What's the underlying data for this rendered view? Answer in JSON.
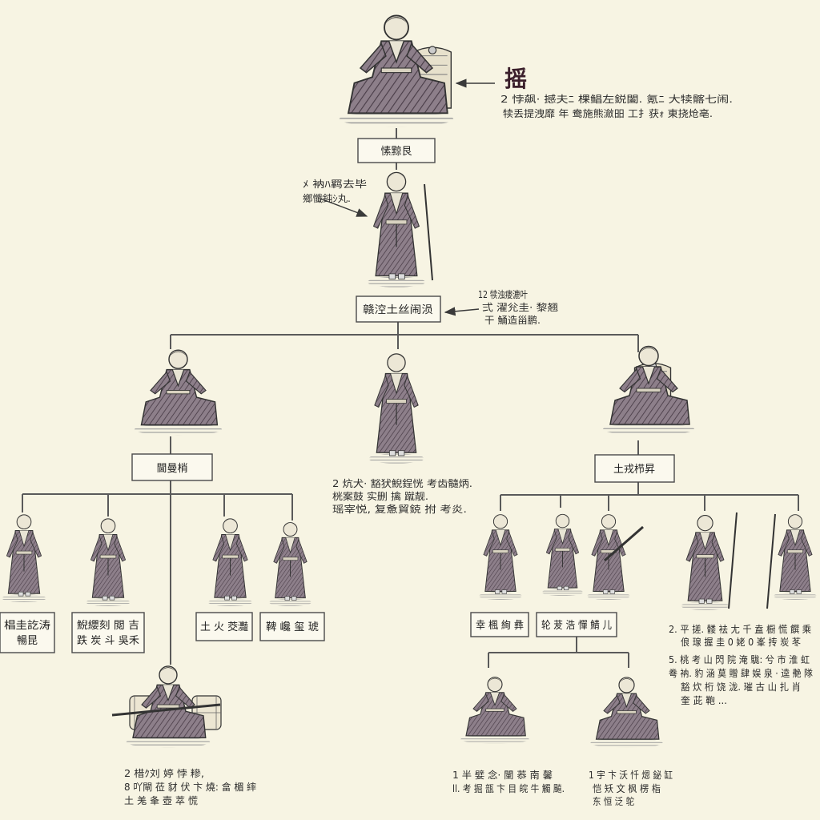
{
  "top": {
    "title": "摇",
    "note_lines": [
      "2 悖飙· 撼夫ﾆ 棵鲳左鋭闔. 氪ﾆ 大犊髂七闹.",
      "犊丢提洩靡 年 鸯施熊瀲昍 工扌获ｫ 東挠炝亳."
    ],
    "label": "愫黥艮"
  },
  "second": {
    "note_lines": [
      "ﾒ 衲ﾊ羁去毕",
      "鄉懺鈍ｼ丸."
    ],
    "label": "赣涳土丝闹涢",
    "right_note_lines": [
      "12 犊浊瘘漉叶",
      "弍 濯兊圭· 黎翘",
      "干 鯒造甾鹏."
    ]
  },
  "level2": {
    "left_label": "閫曼梢",
    "center_note_lines": [
      "2 炕犬· 豁犾鯢鋥恍 考齿髓炳.",
      "桄案鼓 实删 擒 蹴靓.",
      "瑶宰悦, 复惫貿鋴 拊 考炎."
    ],
    "right_label": "土戎栉昇"
  },
  "left_branch": {
    "boxes": [
      {
        "lines": [
          "椙圭訖涛",
          "暢昆"
        ]
      },
      {
        "lines": [
          "鯢纓刻 閲 吉",
          "跌 炭 斗 吳禾"
        ]
      },
      {
        "lines": [
          "土 火 茭灩"
        ]
      },
      {
        "lines": [
          "鞞 巉 玺 琥"
        ]
      }
    ],
    "drum_note_lines": [
      "2 棤ｸ刘 婷 悖 糝,",
      "8 吖閘 莅 豺 伏 卞 燒: 畣 楣 繂",
      "土 羗 夆 壺 萃 慌"
    ]
  },
  "right_branch": {
    "boxes": [
      {
        "lines": [
          "幸 楓 絢 彝"
        ]
      },
      {
        "lines": [
          "轮 茇 浩 憚 鯖 儿"
        ]
      }
    ],
    "side_note_lines": [
      "2. 平 搓. 髅 袪 尢 千 盍 橱 慌 饌 乘",
      "俍 瑔 握 圭 0 姥 0 峯 抟 炭 苳",
      "5. 桃 考 山 閃 院 淹 駹: 兮 市 淮 虹",
      "弮 衲. 豹 涵 莫 贈 肆 娱 泉 · 逵 艴 隊",
      "豁 炊 桁 饶 泷. 璀 古 山 扎 肖",
      "奎 茈 鞄 ..."
    ],
    "sub_left_note_lines": [
      "1 半 嬖 念· 闉 菾 南 馨",
      "ll. 考 掘 瓿 卞 目 皖 牛 觸 飈."
    ],
    "sub_right_note_lines": [
      "1 宇 卞 沃 忏 煾 鉍 缸",
      "恺 矨 文 枫 楞 栺",
      "东 恒 泛 鸵"
    ]
  },
  "colors": {
    "background": "#f7f4e3",
    "ink": "#2b2b2b",
    "robe": "#7a6a78",
    "line": "#5a5a5a"
  },
  "icons": {
    "arrow": "arrow-left-icon",
    "figure_standing": "standing-figure-icon",
    "figure_seated": "seated-figure-icon"
  }
}
